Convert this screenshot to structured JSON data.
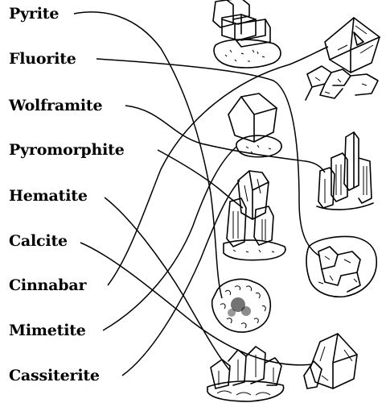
{
  "minerals": [
    "Pyrite",
    "Fluorite",
    "Wolframite",
    "Pyromorphite",
    "Hematite",
    "Calcite",
    "Cinnabar",
    "Mimetite",
    "Cassiterite"
  ]
}
